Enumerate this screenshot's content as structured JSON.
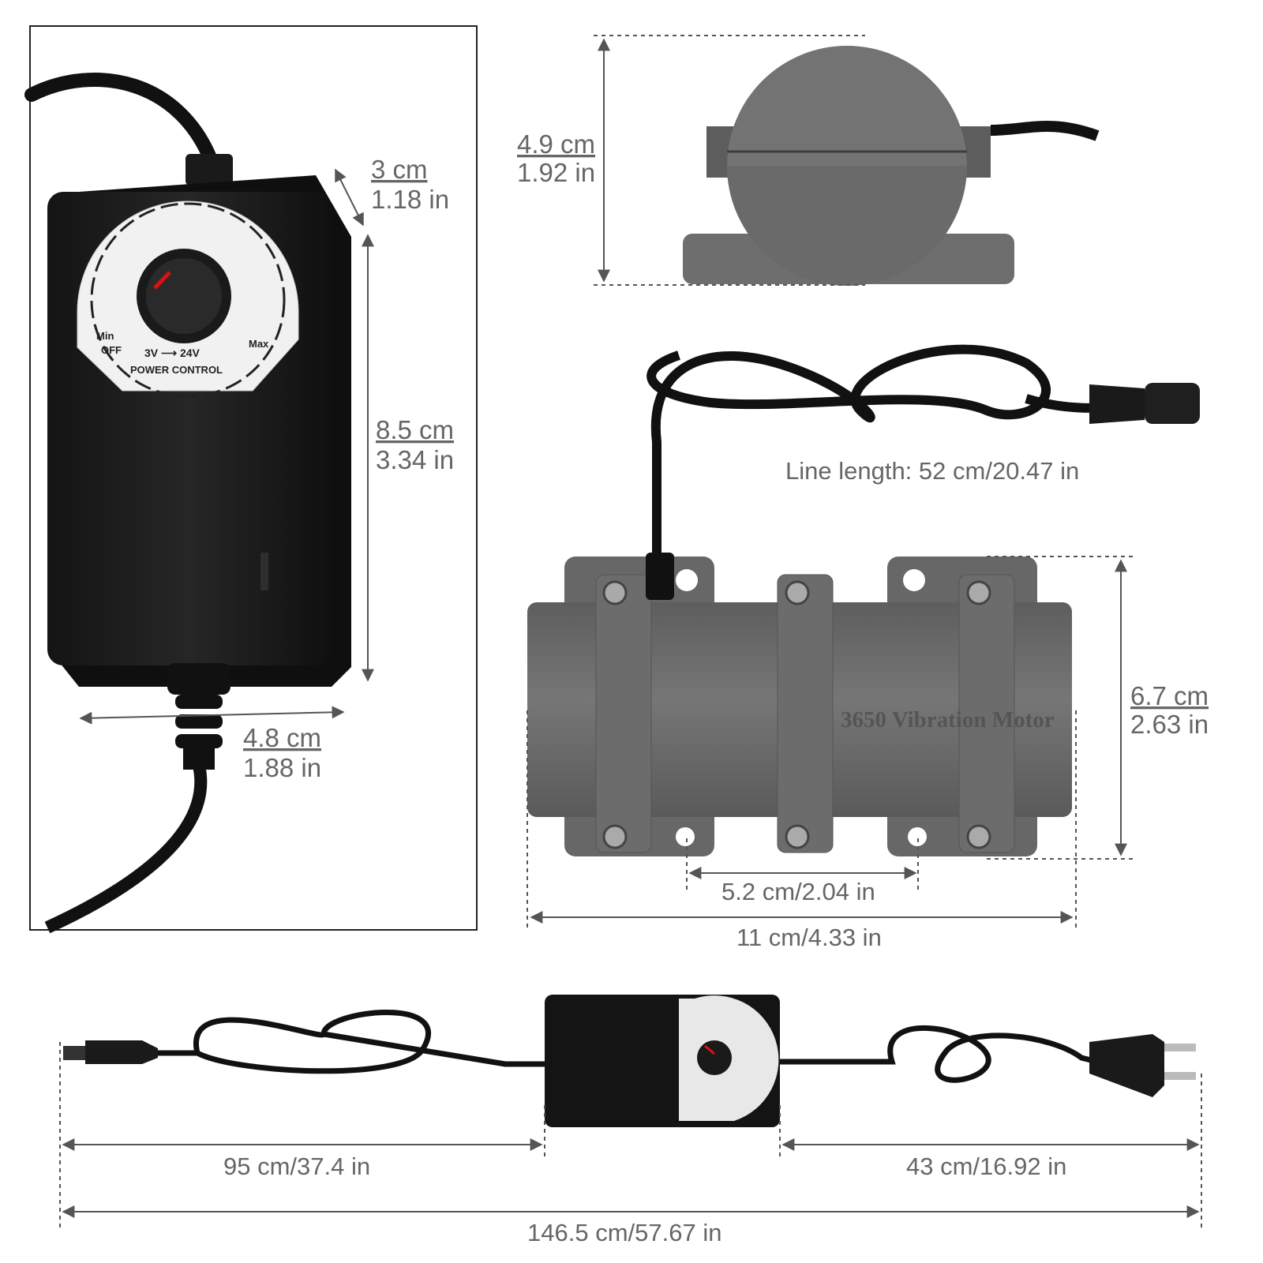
{
  "adapter_closeup": {
    "depth_cm": "3 cm",
    "depth_in": "1.18 in",
    "length_cm": "8.5 cm",
    "length_in": "3.34 in",
    "width_cm": "4.8 cm",
    "width_in": "1.88 in",
    "dial": {
      "min": "Min",
      "off": "OFF",
      "max": "Max",
      "range": "3V ⟶ 24V",
      "label": "POWER CONTROL"
    }
  },
  "motor_side": {
    "height_cm": "4.9 cm",
    "height_in": "1.92 in"
  },
  "motor_top": {
    "line_length": "Line length: 52 cm/20.47 in",
    "body_label": "3650 Vibration Motor",
    "width_cm": "6.7 cm",
    "width_in": "2.63 in",
    "hole_spacing": "5.2 cm/2.04 in",
    "length": "11 cm/4.33 in"
  },
  "full_cable": {
    "dc_side": "95 cm/37.4 in",
    "ac_side": "43 cm/16.92 in",
    "total": "146.5 cm/57.67 in"
  },
  "colors": {
    "adapter": "#1c1c1c",
    "motor": "#6b6b6b",
    "dimension_text": "#666666"
  }
}
